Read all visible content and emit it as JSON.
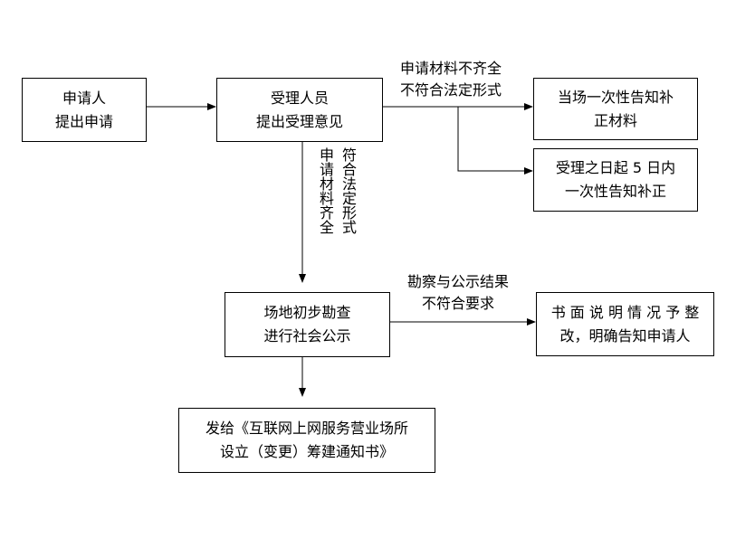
{
  "boxes": {
    "apply": [
      "申请人",
      "提出申请"
    ],
    "accept": [
      "受理人员",
      "提出受理意见"
    ],
    "notify_once": [
      "当场一次性告知补",
      "正材料"
    ],
    "notify_5days": [
      "受理之日起 5 日内",
      "一次性告知补正"
    ],
    "inspect": [
      "场地初步勘查",
      "进行社会公示"
    ],
    "explain": [
      "书 面 说 明 情 况 予 整",
      "改，明确告知申请人"
    ],
    "issue": [
      "发给《互联网上网服务营业场所",
      "设立（变更）筹建通知书》"
    ]
  },
  "labels": {
    "incomplete": [
      "申请材料不齐全",
      "不符合法定形式"
    ],
    "complete_col1": "申请材料齐全",
    "complete_col2": "符合法定形式",
    "inspect_fail": [
      "勘察与公示结果",
      "不符合要求"
    ]
  }
}
